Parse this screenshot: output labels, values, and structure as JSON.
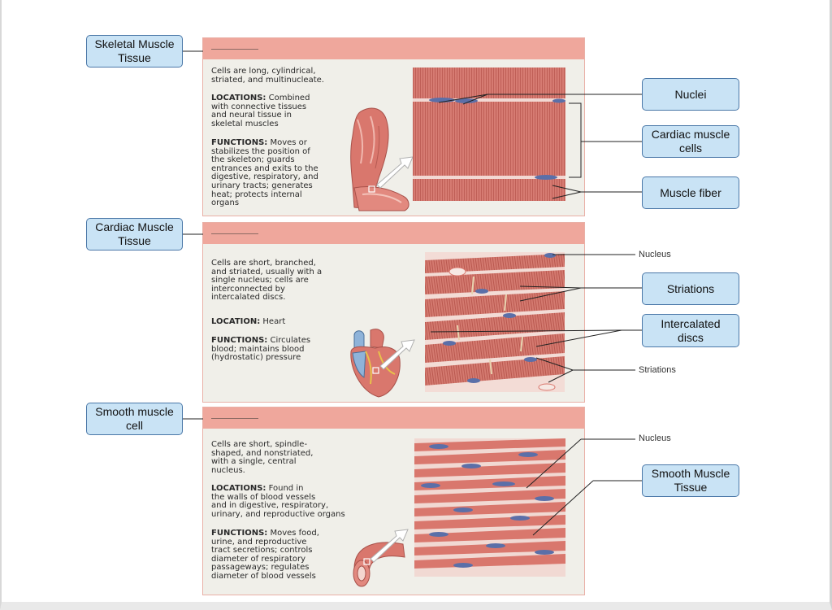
{
  "labels": {
    "skeletal_tissue": "Skeletal Muscle\nTissue",
    "cardiac_tissue": "Cardiac Muscle\nTissue",
    "smooth_cell": "Smooth muscle\ncell",
    "nuclei": "Nuclei",
    "cardiac_cells": "Cardiac muscle\ncells",
    "muscle_fiber": "Muscle fiber",
    "striations_box": "Striations",
    "intercalated": "Intercalated\ndiscs",
    "smooth_tissue": "Smooth Muscle\nTissue"
  },
  "small_labels": {
    "nucleus_cardiac": "Nucleus",
    "striations_cardiac": "Striations",
    "nucleus_smooth": "Nucleus"
  },
  "skeletal": {
    "desc": "Cells are long, cylindrical,\nstriated, and multinucleate.",
    "loc_head": "LOCATIONS:",
    "loc_text": " Combined\nwith connective tissues\nand neural tissue in\nskeletal muscles",
    "func_head": "FUNCTIONS:",
    "func_text": " Moves or\nstabilizes the position of\nthe skeleton; guards\nentrances and exits to the\ndigestive, respiratory, and\nurinary tracts; generates\nheat; protects internal\norgans"
  },
  "cardiac": {
    "desc": "Cells are short, branched,\nand striated, usually with a\nsingle nucleus; cells are\ninterconnected by\nintercalated discs.",
    "loc_head": "LOCATION:",
    "loc_text": " Heart",
    "func_head": "FUNCTIONS:",
    "func_text": " Circulates\nblood; maintains blood\n(hydrostatic) pressure"
  },
  "smooth": {
    "desc": "Cells are short, spindle-\nshaped, and nonstriated,\nwith a single, central\nnucleus.",
    "loc_head": "LOCATIONS:",
    "loc_text": " Found in\nthe walls of blood vessels\nand in digestive, respiratory,\nurinary, and reproductive organs",
    "func_head": "FUNCTIONS:",
    "func_text": " Moves food,\nurine, and reproductive\ntract secretions; controls\ndiameter of respiratory\npassageways; regulates\ndiameter of blood vessels"
  },
  "colors": {
    "panel_header": "#efa79c",
    "panel_bg": "#f0efe9",
    "label_fill": "#c9e3f5",
    "label_border": "#4b78a8",
    "muscle": "#d9776d",
    "nucleus": "#5b6fa8"
  }
}
